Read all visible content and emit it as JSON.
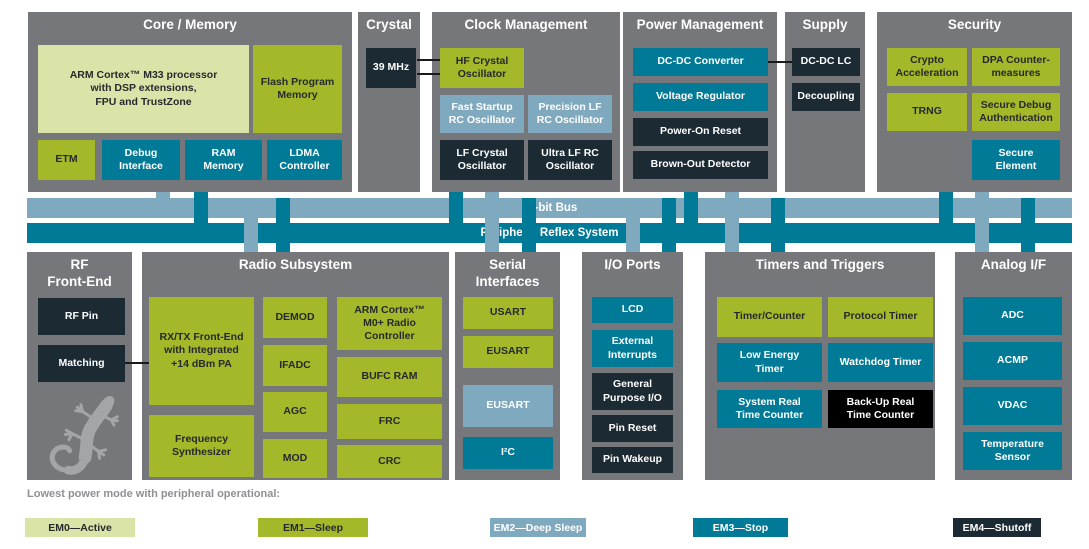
{
  "palette": {
    "em0_active": "#DAE4A9",
    "em1_sleep": "#A4B829",
    "em2_deep_sleep": "#7FA9BE",
    "em3_stop": "#007A97",
    "em4_shutoff": "#1B2A33",
    "backup_black": "#000000",
    "block_gray": "#76777A"
  },
  "buses": {
    "bus32": "32-bit Bus",
    "prs": "Peripheral Reflex System"
  },
  "blocks": {
    "core_memory": {
      "title": "Core / Memory",
      "cells": {
        "arm": "ARM Cortex™ M33 processor\nwith DSP extensions,\nFPU and TrustZone",
        "flash": "Flash Program\nMemory",
        "etm": "ETM",
        "debug": "Debug\nInterface",
        "ram": "RAM\nMemory",
        "ldma": "LDMA\nController"
      }
    },
    "crystal": {
      "title": "Crystal",
      "cells": {
        "mhz": "39 MHz"
      }
    },
    "clock": {
      "title": "Clock Management",
      "cells": {
        "hfxo": "HF Crystal\nOscillator",
        "fsrco": "Fast Startup\nRC Oscillator",
        "plfrco": "Precision LF\nRC Oscillator",
        "lfxo": "LF Crystal\nOscillator",
        "ulfrco": "Ultra LF RC\nOscillator"
      }
    },
    "power": {
      "title": "Power Management",
      "cells": {
        "dcdc": "DC-DC Converter",
        "vreg": "Voltage Regulator",
        "por": "Power-On Reset",
        "bod": "Brown-Out Detector"
      }
    },
    "supply": {
      "title": "Supply",
      "cells": {
        "dcdclc": "DC-DC LC",
        "decoupling": "Decoupling"
      }
    },
    "security": {
      "title": "Security",
      "cells": {
        "crypto": "Crypto\nAcceleration",
        "dpa": "DPA Counter-\nmeasures",
        "trng": "TRNG",
        "sda": "Secure Debug\nAuthentication",
        "se": "Secure\nElement"
      }
    },
    "rf_front_end": {
      "title": "RF\nFront-End",
      "cells": {
        "rfpin": "RF Pin",
        "matching": "Matching"
      }
    },
    "radio": {
      "title": "Radio Subsystem",
      "cells": {
        "rxtx": "RX/TX Front-End\nwith Integrated\n+14 dBm PA",
        "fsynth": "Frequency\nSynthesizer",
        "demod": "DEMOD",
        "ifadc": "IFADC",
        "agc": "AGC",
        "mod": "MOD",
        "m0": "ARM Cortex™\nM0+ Radio\nController",
        "bufc": "BUFC RAM",
        "frc": "FRC",
        "crc": "CRC"
      }
    },
    "serial": {
      "title": "Serial\nInterfaces",
      "cells": {
        "usart": "USART",
        "eusart_em1": "EUSART",
        "eusart_em2": "EUSART",
        "i2c": "I²C"
      }
    },
    "io_ports": {
      "title": "I/O Ports",
      "cells": {
        "lcd": "LCD",
        "extint": "External\nInterrupts",
        "gpio": "General\nPurpose I/O",
        "pin_reset": "Pin Reset",
        "pin_wakeup": "Pin Wakeup"
      }
    },
    "timers": {
      "title": "Timers and Triggers",
      "cells": {
        "tc": "Timer/Counter",
        "pt": "Protocol Timer",
        "letimer": "Low Energy\nTimer",
        "wdt": "Watchdog Timer",
        "sysrtc": "System Real\nTime Counter",
        "burtc": "Back-Up Real\nTime Counter"
      }
    },
    "analog": {
      "title": "Analog I/F",
      "cells": {
        "adc": "ADC",
        "acmp": "ACMP",
        "vdac": "VDAC",
        "temp": "Temperature\nSensor"
      }
    }
  },
  "legend": {
    "label": "Lowest power mode with peripheral operational:",
    "items": [
      {
        "label": "EM0—Active"
      },
      {
        "label": "EM1—Sleep"
      },
      {
        "label": "EM2—Deep Sleep"
      },
      {
        "label": "EM3—Stop"
      },
      {
        "label": "EM4—Shutoff"
      }
    ]
  }
}
